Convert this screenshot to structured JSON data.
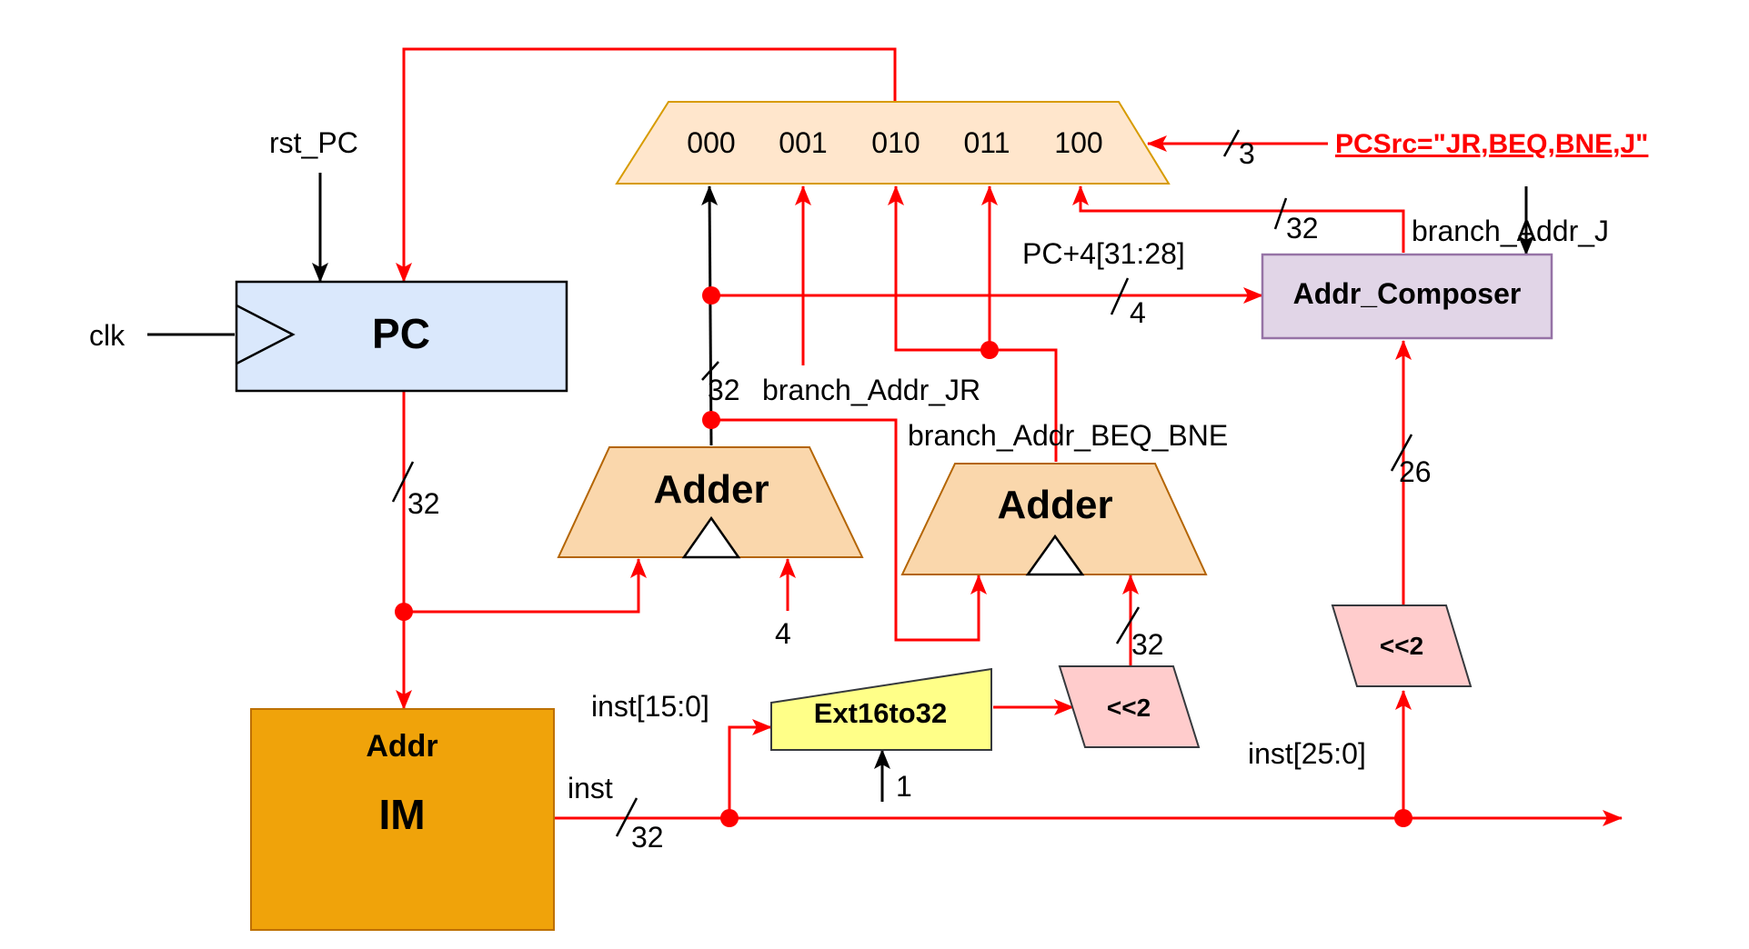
{
  "blocks": {
    "pc": "PC",
    "im_addr": "Addr",
    "im": "IM",
    "adder1": "Adder",
    "adder2": "Adder",
    "ext": "Ext16to32",
    "shift_left1": "<<2",
    "shift_left2": "<<2",
    "addr_composer": "Addr_Composer"
  },
  "mux": {
    "inputs": [
      "000",
      "001",
      "010",
      "011",
      "100"
    ]
  },
  "signals": {
    "rst_pc": "rst_PC",
    "clk": "clk",
    "pcsrc": "PCSrc=\"JR,BEQ,BNE,J\"",
    "branch_addr_j": "branch_Addr_J",
    "pc_plus4_high": "PC+4[31:28]",
    "branch_addr_jr": "branch_Addr_JR",
    "branch_addr_beq_bne": "branch_Addr_BEQ_BNE",
    "inst_15_0": "inst[15:0]",
    "inst": "inst",
    "inst_25_0": "inst[25:0]",
    "const_four": "4",
    "ext_ctrl": "1"
  },
  "bus_widths": {
    "pcsrc": "3",
    "branch_j": "32",
    "pc_plus4_high": "4",
    "adder1_out": "32",
    "pc_out": "32",
    "inst_25_0": "26",
    "shift_out": "32",
    "inst": "32"
  },
  "colors": {
    "wire": "#ff0000",
    "pc_fill": "#dae8fc",
    "im_fill": "#f0a30a",
    "adder_fill": "#fad7ac",
    "mux_fill": "#ffe6cc",
    "ext_fill": "#ffff88",
    "shift_fill": "#ffcccc",
    "composer_fill": "#e1d5e7"
  }
}
